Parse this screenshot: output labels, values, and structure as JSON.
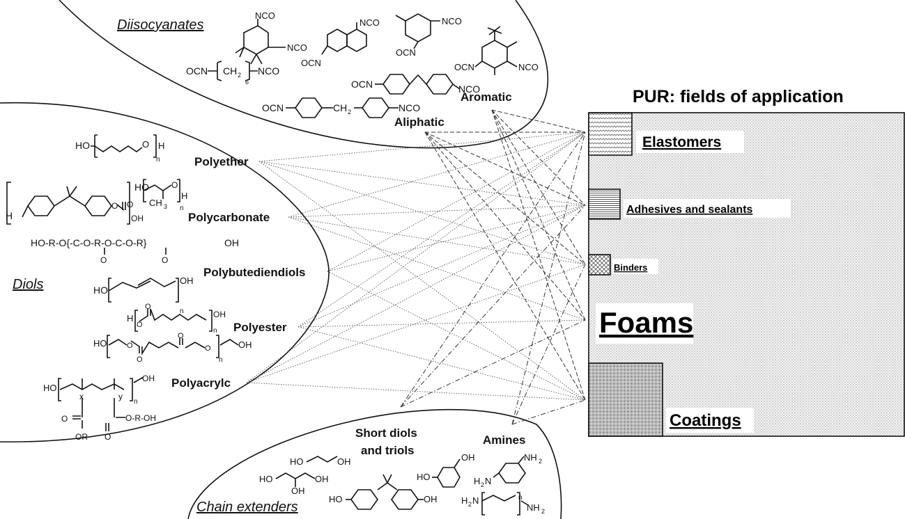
{
  "regions": {
    "diisocyanates": "Diisocyanates",
    "diols": "Diols",
    "chain_extenders": "Chain extenders"
  },
  "diisocyanate_types": {
    "aromatic": "Aromatic",
    "aliphatic": "Aliphatic"
  },
  "diol_types": {
    "polyether": "Polyether",
    "polycarbonate": "Polycarbonate",
    "polybutediendiols": "Polybutediendiols",
    "polyester": "Polyester",
    "polyacrylc": "Polyacrylc"
  },
  "extender_types": {
    "short_diols_1": "Short diols",
    "short_diols_2": "and triols",
    "amines": "Amines"
  },
  "formula_text": {
    "nco": "NCO",
    "ocn": "OCN",
    "ocn_hmdi": "OCN",
    "ch2": "CH",
    "sub2": "2",
    "sub6": "6",
    "ho": "HO",
    "oh": "OH",
    "h": "H",
    "o": "O",
    "n": "n",
    "ch3": "CH",
    "sub3": "3",
    "pc_chain": "HO-R-O{-C-O-R-O-C-O-R}",
    "pc_oh": "OH",
    "acryl_x": "x",
    "acryl_y": "y",
    "acryl_or": "OR",
    "acryl_ohr": "O-R-OH",
    "nh2": "NH",
    "h2n": "H",
    "h2n_n": "N"
  },
  "application": {
    "title": "PUR: fields of application",
    "elastomers": "Elastomers",
    "adhesives": "Adhesives and sealants",
    "binders": "Binders",
    "foams": "Foams",
    "coatings": "Coatings"
  }
}
